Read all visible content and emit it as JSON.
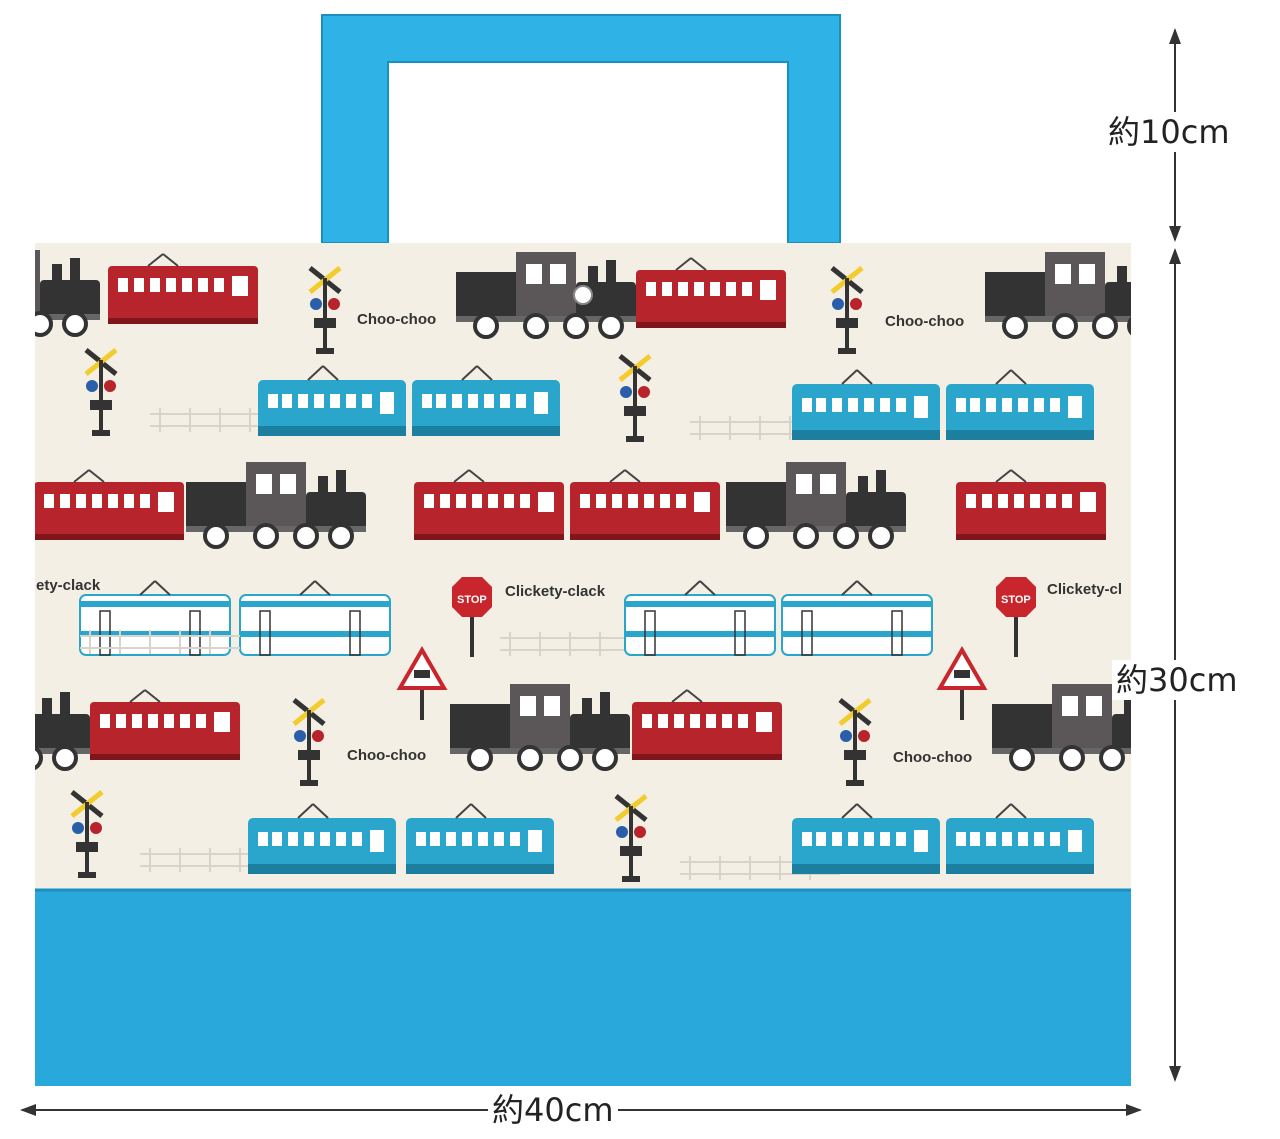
{
  "dimensions": {
    "handle_height": "約10cm",
    "bag_height": "約30cm",
    "bag_width": "約40cm"
  },
  "print_words": {
    "choo": "Choo-choo",
    "clickety": "Clickety-clack",
    "clickety_cut": "Clickety-cl",
    "clickety_left_cut": "ety-clack",
    "stop": "STOP"
  },
  "colors": {
    "canvas": "#f3efe4",
    "bottom_panel": "#29a8dc",
    "handle": "#2fb2e6",
    "red_train": "#b8242c",
    "blue_train": "#2aa6cc",
    "steam_loco": "#5b5657",
    "dim_line": "#333333"
  }
}
